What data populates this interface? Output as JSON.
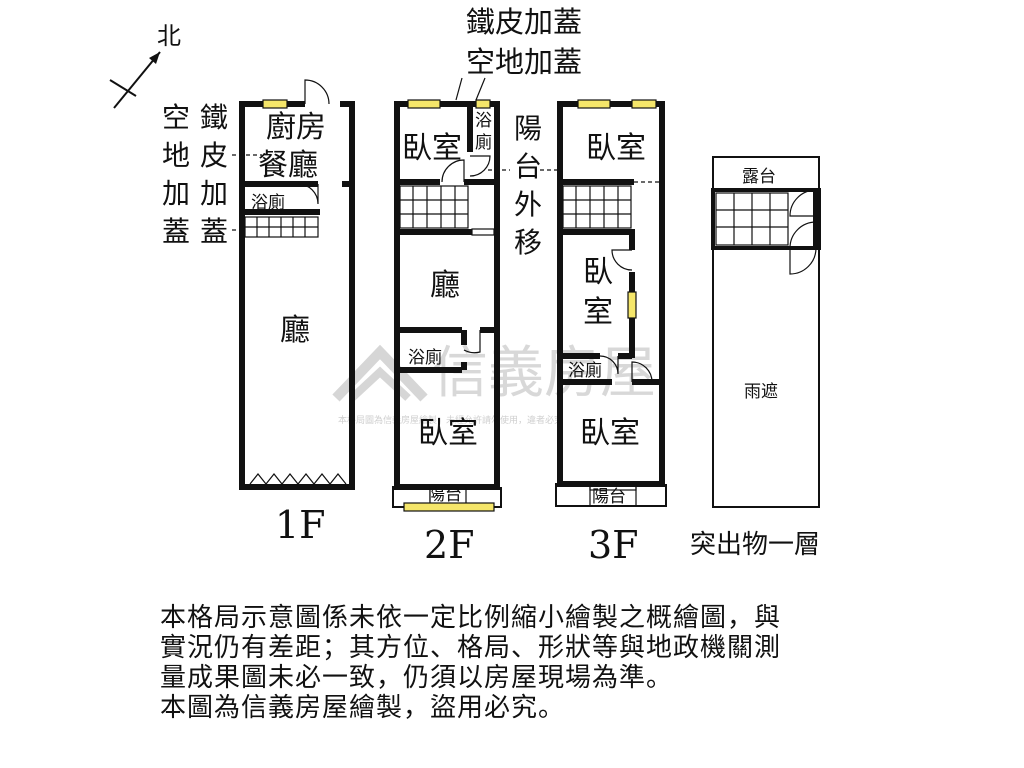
{
  "compass": {
    "north": "北"
  },
  "annotations": {
    "roof_addition": "鐵皮加蓋",
    "open_space_addition": "空地加蓋",
    "roof_vertical": [
      "鐵",
      "皮",
      "加",
      "蓋"
    ],
    "open_space_vertical": [
      "空",
      "地",
      "加",
      "蓋"
    ],
    "balcony_moved_out": [
      "陽",
      "台",
      "外",
      "移"
    ]
  },
  "floors": {
    "f1": {
      "label": "1F",
      "kitchen": "廚房",
      "dining": "餐廳",
      "bath": "浴廁",
      "living": "廳"
    },
    "f2": {
      "label": "2F",
      "bedroom_top": "臥室",
      "bath_top": [
        "浴",
        "廁"
      ],
      "living": "廳",
      "bath": "浴廁",
      "bedroom_bottom": "臥室",
      "balcony": "陽台"
    },
    "f3": {
      "label": "3F",
      "bedroom_top": "臥室",
      "bedroom_mid": [
        "臥",
        "室"
      ],
      "bath": "浴廁",
      "bedroom_bottom": "臥室",
      "balcony": "陽台"
    },
    "rf": {
      "label": "突出物一層",
      "terrace": "露台",
      "canopy": "雨遮"
    }
  },
  "watermark": {
    "brand": "信義房屋",
    "notice": "本格局圖為信義房屋繪製，未經允許請勿使用，違者必究"
  },
  "disclaimer": [
    "本格局示意圖係未依一定比例縮小繪製之概繪圖，與",
    "實況仍有差距；其方位、格局、形狀等與地政機關測",
    "量成果圖未必一致，仍須以房屋現場為準。",
    "本圖為信義房屋繪製，盜用必究。"
  ]
}
